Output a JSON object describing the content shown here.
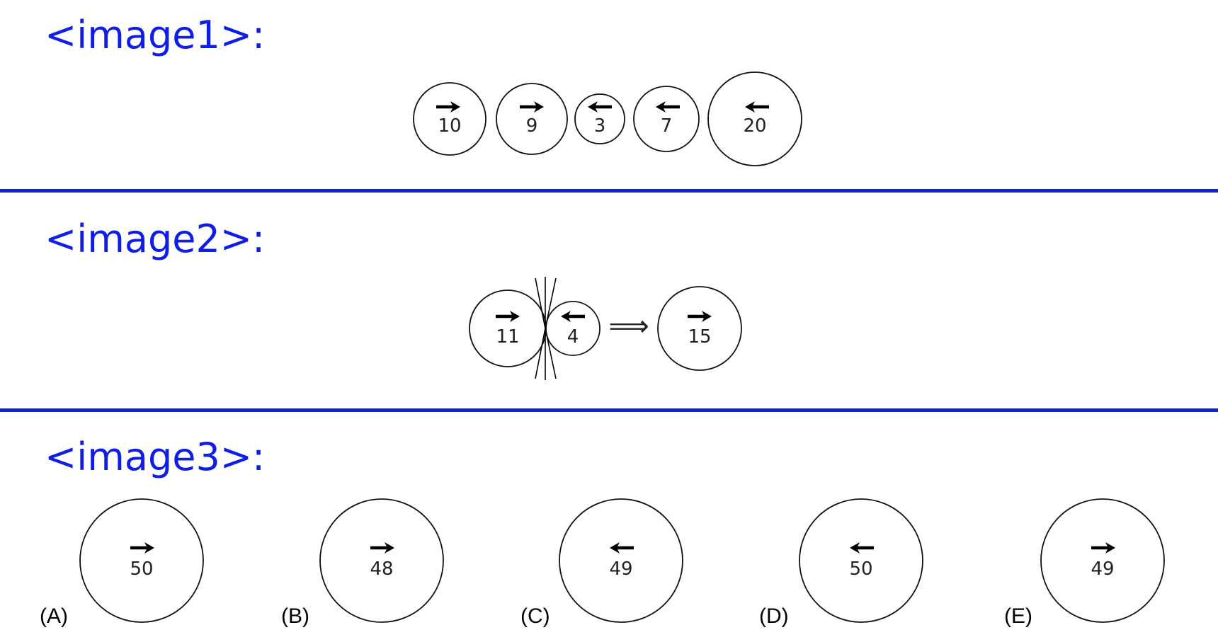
{
  "sections": [
    {
      "label": "<image1>:",
      "balls": [
        {
          "mass": "10",
          "direction": "right"
        },
        {
          "mass": "9",
          "direction": "right"
        },
        {
          "mass": "3",
          "direction": "left"
        },
        {
          "mass": "7",
          "direction": "left"
        },
        {
          "mass": "20",
          "direction": "left"
        }
      ]
    },
    {
      "label": "<image2>:",
      "before": [
        {
          "mass": "11",
          "direction": "right"
        },
        {
          "mass": "4",
          "direction": "left"
        }
      ],
      "implies_symbol": "⟹",
      "after": {
        "mass": "15",
        "direction": "right"
      }
    },
    {
      "label": "<image3>:",
      "options": [
        {
          "letter": "(A)",
          "mass": "50",
          "direction": "right"
        },
        {
          "letter": "(B)",
          "mass": "48",
          "direction": "right"
        },
        {
          "letter": "(C)",
          "mass": "49",
          "direction": "left"
        },
        {
          "letter": "(D)",
          "mass": "50",
          "direction": "left"
        },
        {
          "letter": "(E)",
          "mass": "49",
          "direction": "right"
        }
      ]
    }
  ],
  "colors": {
    "label": "#0f1ee6",
    "divider": "#1023d8",
    "ink": "#000000"
  }
}
